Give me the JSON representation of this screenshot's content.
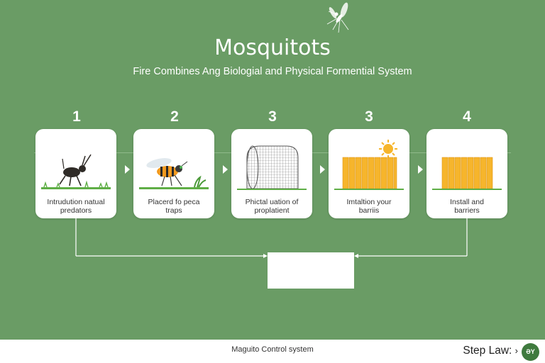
{
  "header": {
    "title": "Mosquitots",
    "subtitle": "Fire Combines Ang Biologial and Physical Formential System"
  },
  "steps": [
    {
      "number": "1",
      "label_line1": "Intrudution natual",
      "label_line2": "predators",
      "icon": "beetle-icon"
    },
    {
      "number": "2",
      "label_line1": "Placerd fo peca",
      "label_line2": "traps",
      "icon": "wasp-icon"
    },
    {
      "number": "3",
      "label_line1": "Phictal uation of",
      "label_line2": "proplatient",
      "icon": "mesh-cage-icon"
    },
    {
      "number": "3",
      "label_line1": "Imtaltion your",
      "label_line2": "barriis",
      "icon": "fence-sun-icon"
    },
    {
      "number": "4",
      "label_line1": "Install and",
      "label_line2": "barriers",
      "icon": "fence-icon"
    }
  ],
  "footer": {
    "title": "Maguito Control system",
    "step_law_label": "Step Law:",
    "step_law_arrow": "›",
    "badge_text": "ƏY"
  },
  "colors": {
    "background": "#6a9c65",
    "card": "#ffffff",
    "fence": "#f6b52c",
    "grass": "#5fae46",
    "accent_dark_green": "#3f7a3e"
  }
}
